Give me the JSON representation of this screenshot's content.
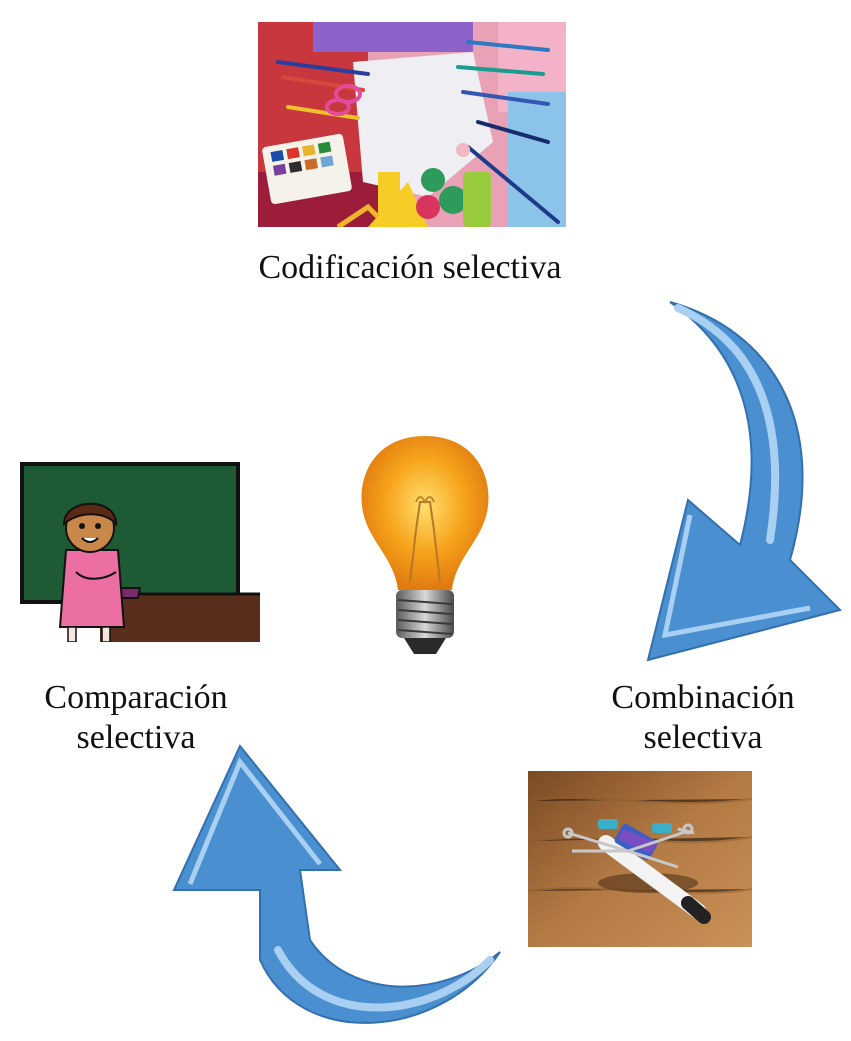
{
  "stages": {
    "top": {
      "label": "Codificación selectiva"
    },
    "right": {
      "line1": "Combinación",
      "line2": "selectiva"
    },
    "left": {
      "line1": "Comparación",
      "line2": "selectiva"
    }
  },
  "center_icon": "light-bulb-icon",
  "colors": {
    "arrow": "#4a8fd0",
    "arrow_highlight": "#a9d0f2",
    "chalkboard": "#1e5a34",
    "bulb": "#f7a41c"
  }
}
